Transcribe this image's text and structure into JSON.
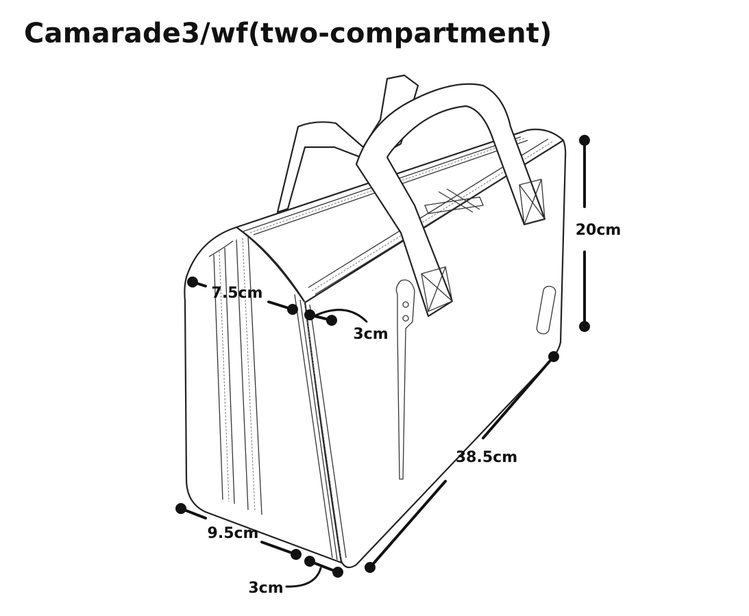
{
  "title": "Camarade3/wf(two-compartment)",
  "dimensions": {
    "height": "20cm",
    "width": "38.5cm",
    "top_depth": "7.5cm",
    "top_gusset": "3cm",
    "bottom_depth": "9.5cm",
    "bottom_gusset": "3cm"
  }
}
